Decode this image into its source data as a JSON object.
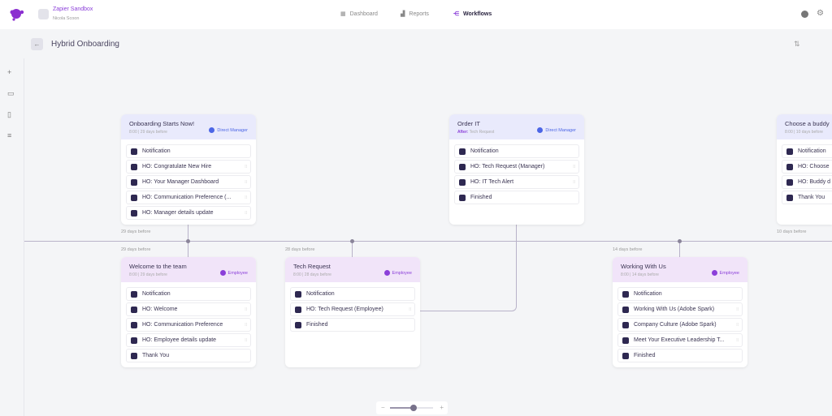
{
  "header": {
    "org": "Zapier Sandbox",
    "user": "Nicola Scoon",
    "nav": [
      {
        "label": "Dashboard",
        "icon": "grid-icon"
      },
      {
        "label": "Reports",
        "icon": "bar-chart-icon"
      },
      {
        "label": "Workflows",
        "icon": "workflow-icon",
        "active": true
      }
    ],
    "help_icon": "help-icon",
    "settings_icon": "gear-icon"
  },
  "page": {
    "title": "Hybrid Onboarding",
    "back_icon": "arrow-left-icon",
    "swap_icon": "swap-icon"
  },
  "sidebar": {
    "icons": [
      "plus-icon",
      "folder-icon",
      "book-icon",
      "sliders-icon"
    ]
  },
  "colors": {
    "accent": "#8b3fd9",
    "manager": "#4c66e6",
    "manager_header": "#e9eafc",
    "employee_header": "#f1e4f9"
  },
  "timeline_labels": {
    "a": "29 days before",
    "b": "29 days before",
    "c": "28 days before",
    "d": "14 days before",
    "e": "10 days before"
  },
  "cards": [
    {
      "title": "Onboarding Starts Now!",
      "sub": "8:00 | 29 days before",
      "role": "Direct Manager",
      "items": [
        "Notification",
        "HO: Congratulate New Hire",
        "HO: Your Manager Dashboard",
        "HO: Communication Preference (...",
        "HO: Manager details update"
      ]
    },
    {
      "title": "Order IT",
      "after_label": "After:",
      "sub": "Tech Request",
      "role": "Direct Manager",
      "items": [
        "Notification",
        "HO: Tech Request (Manager)",
        "HO: IT Tech Alert",
        "Finished"
      ]
    },
    {
      "title": "Choose a buddy",
      "sub": "8:00 | 10 days before",
      "items": [
        "Notification",
        "HO: Choose",
        "HO: Buddy d",
        "Thank You"
      ]
    },
    {
      "title": "Welcome to the team",
      "sub": "8:00 | 29 days before",
      "role": "Employee",
      "items": [
        "Notification",
        "HO: Welcome",
        "HO: Communication Preference",
        "HO: Employee details update",
        "Thank You"
      ]
    },
    {
      "title": "Tech Request",
      "sub": "8:00 | 28 days before",
      "role": "Employee",
      "items": [
        "Notification",
        "HO: Tech Request (Employee)",
        "Finished"
      ]
    },
    {
      "title": "Working With Us",
      "sub": "8:00 | 14 days before",
      "role": "Employee",
      "items": [
        "Notification",
        "Working With Us (Adobe Spark)",
        "Company Culture (Adobe Spark)",
        "Meet Your Executive Leadership T...",
        "Finished"
      ]
    }
  ],
  "zoom": {
    "minus": "−",
    "plus": "+",
    "level": 0.55
  }
}
